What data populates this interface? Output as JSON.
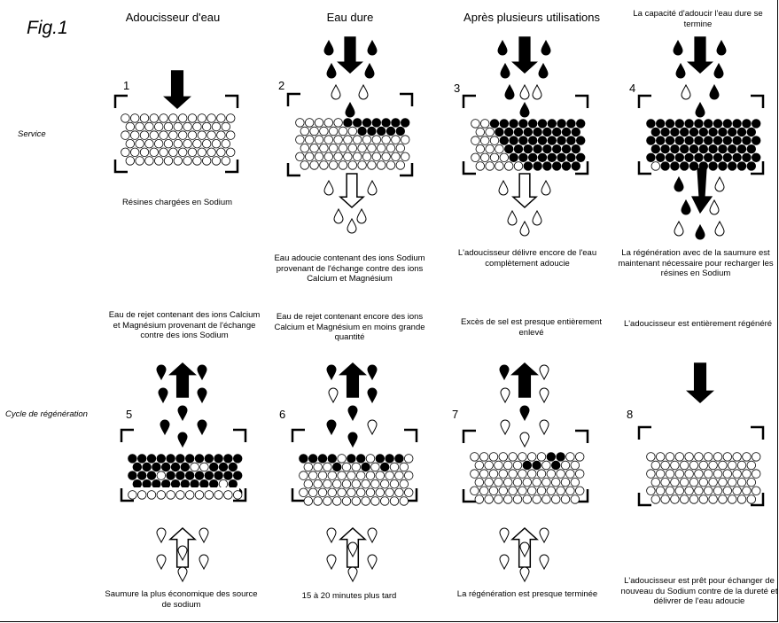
{
  "figure_title": "Fig.1",
  "columns": [
    "Adoucisseur d'eau",
    "Eau dure",
    "Après plusieurs utilisations",
    "La capacité d'adoucir l'eau dure se termine"
  ],
  "row_labels": {
    "service": "Service",
    "regeneration": "Cycle de régénération"
  },
  "panels": [
    {
      "number": "1",
      "caption_below": "Résines chargées en Sodium"
    },
    {
      "number": "2",
      "caption_below": "Eau adoucie contenant des ions Sodium provenant de l'échange contre des ions Calcium et Magnésium"
    },
    {
      "number": "3",
      "caption_below": "L'adoucisseur délivre encore de l'eau complètement adoucie"
    },
    {
      "number": "4",
      "caption_below": "La régénération avec de la saumure est maintenant nécessaire pour recharger les résines en Sodium"
    },
    {
      "number": "5",
      "caption_above": "Eau de rejet contenant des ions Calcium et Magnésium provenant de l'échange contre des ions Sodium",
      "caption_below": "Saumure la plus économique des source de sodium"
    },
    {
      "number": "6",
      "caption_above": "Eau de rejet contenant encore des ions Calcium et Magnésium en moins grande quantité",
      "caption_below": "15 à 20 minutes plus tard"
    },
    {
      "number": "7",
      "caption_above": "Excès de sel est presque entièrement enlevé",
      "caption_below": "La régénération est presque terminée"
    },
    {
      "number": "8",
      "caption_above": "L'adoucisseur est entièrement régénéré",
      "caption_below": "L'adoucisseur est prêt pour échanger de nouveau du Sodium contre de la dureté et délivrer de l'eau adoucie"
    }
  ]
}
